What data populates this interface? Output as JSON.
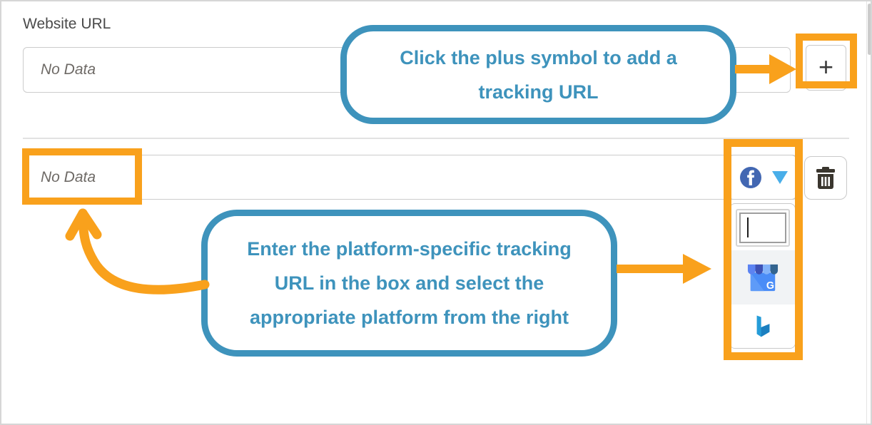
{
  "form": {
    "website_url_label": "Website URL",
    "website_url_placeholder": "No Data",
    "add_button_label": "+"
  },
  "tracking_row": {
    "url_placeholder": "No Data",
    "selected_platform": "Facebook",
    "delete_icon": "trash-icon"
  },
  "platform_dropdown": {
    "search_value": "",
    "gmb_letter": "G",
    "options": [
      {
        "name": "Google My Business",
        "icon": "google-my-business-icon"
      },
      {
        "name": "Bing",
        "icon": "bing-icon"
      }
    ]
  },
  "callouts": [
    {
      "lines": [
        "Click the plus symbol to add a",
        "tracking URL"
      ]
    },
    {
      "lines": [
        "Enter the platform-specific tracking",
        "URL in the box and select the",
        "appropriate platform from the right"
      ]
    }
  ],
  "colors": {
    "annotation_blue": "#3E93BC",
    "highlight_orange": "#F9A11C",
    "facebook_blue": "#4267B2",
    "caret_blue": "#49AEE9",
    "gmb_body_blue": "#4A8CF7",
    "bing_blue": "#259CD8"
  }
}
